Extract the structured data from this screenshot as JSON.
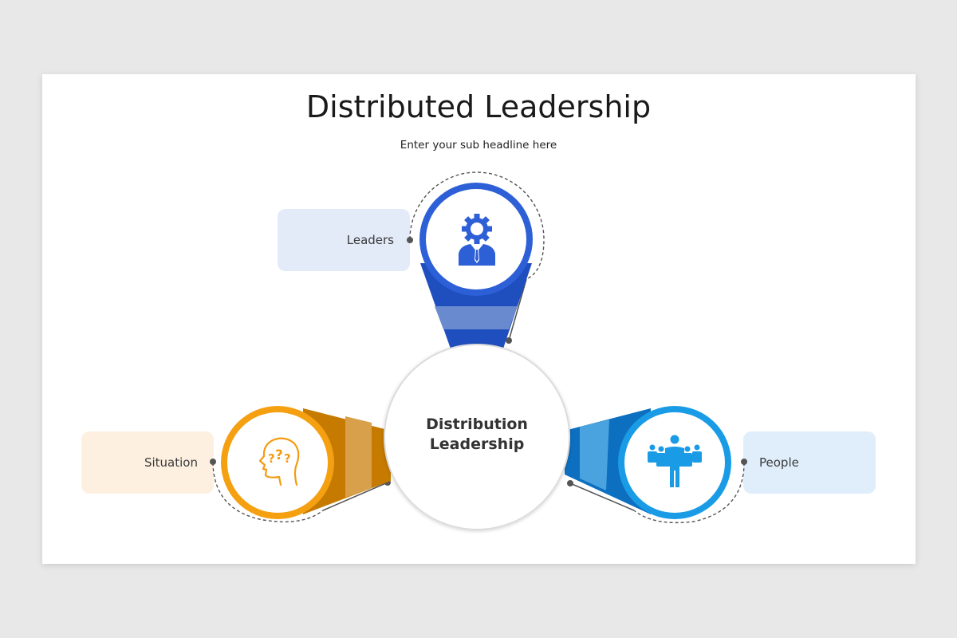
{
  "slide": {
    "title": "Distributed Leadership",
    "subtitle": "Enter your sub headline here"
  },
  "center": {
    "line1": "Distribution",
    "line2": "Leadership"
  },
  "nodes": [
    {
      "id": "leaders",
      "label": "Leaders",
      "icon": "gear-head-businessman-icon",
      "color": "#2d5fd6",
      "box_color": "#e3eaf8"
    },
    {
      "id": "situation",
      "label": "Situation",
      "icon": "head-question-marks-icon",
      "color": "#f39c12",
      "box_color": "#fdf0e0"
    },
    {
      "id": "people",
      "label": "People",
      "icon": "team-people-icon",
      "color": "#1a9be6",
      "box_color": "#e0eefb"
    }
  ],
  "colors": {
    "background": "#e9e8e9",
    "slide": "#ffffff",
    "connector": "#555555"
  }
}
